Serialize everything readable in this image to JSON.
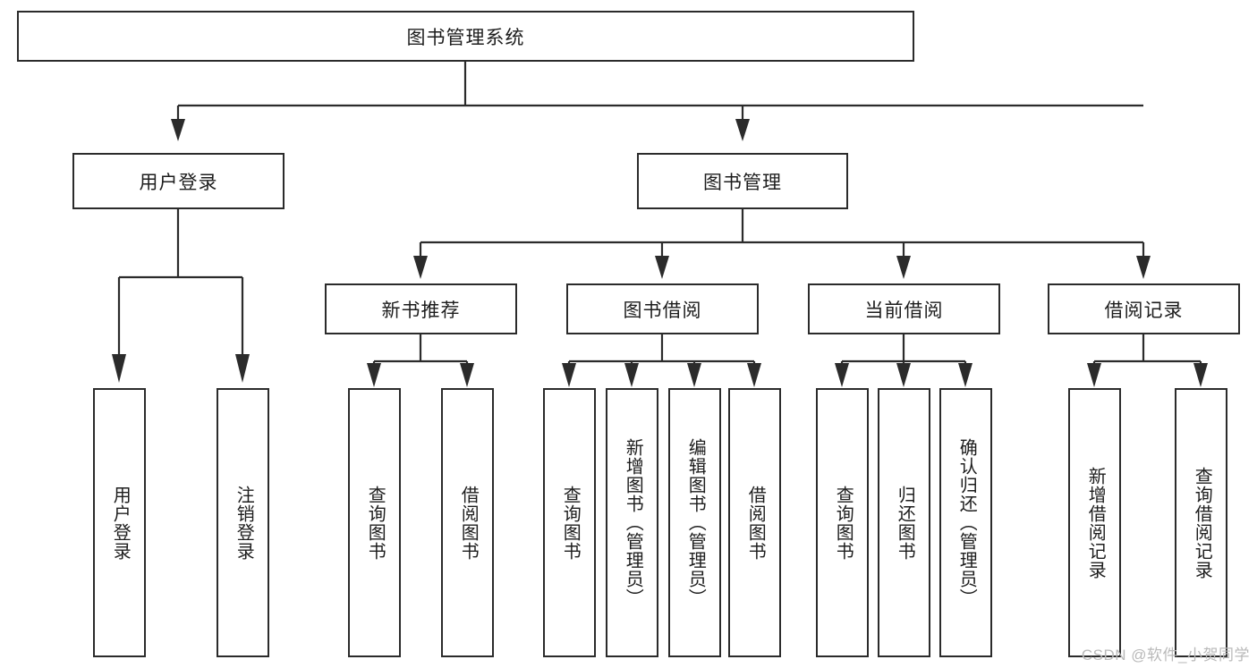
{
  "diagram": {
    "type": "tree-hierarchy",
    "title_node": {
      "label": "图书管理系统"
    },
    "level2": [
      {
        "id": "user-login",
        "label": "用户登录"
      },
      {
        "id": "book-manage",
        "label": "图书管理"
      }
    ],
    "level3": [
      {
        "id": "new-book-recommend",
        "label": "新书推荐",
        "parent": "book-manage"
      },
      {
        "id": "book-borrow",
        "label": "图书借阅",
        "parent": "book-manage"
      },
      {
        "id": "current-borrow",
        "label": "当前借阅",
        "parent": "book-manage"
      },
      {
        "id": "borrow-record",
        "label": "借阅记录",
        "parent": "book-manage"
      }
    ],
    "leaves": {
      "user-login": [
        {
          "id": "leaf-user-login",
          "label": "用户登录"
        },
        {
          "id": "leaf-user-logout",
          "label": "注销登录"
        }
      ],
      "new-book-recommend": [
        {
          "id": "leaf-query-book-1",
          "label": "查询图书"
        },
        {
          "id": "leaf-borrow-book-1",
          "label": "借阅图书"
        }
      ],
      "book-borrow": [
        {
          "id": "leaf-query-book-2",
          "label": "查询图书"
        },
        {
          "id": "leaf-add-book",
          "label": "新增图书（管理员）"
        },
        {
          "id": "leaf-edit-book",
          "label": "编辑图书（管理员）"
        },
        {
          "id": "leaf-borrow-book-2",
          "label": "借阅图书"
        }
      ],
      "current-borrow": [
        {
          "id": "leaf-query-book-3",
          "label": "查询图书"
        },
        {
          "id": "leaf-return-book",
          "label": "归还图书"
        },
        {
          "id": "leaf-confirm-return",
          "label": "确认归还（管理员）"
        }
      ],
      "borrow-record": [
        {
          "id": "leaf-add-record",
          "label": "新增借阅记录"
        },
        {
          "id": "leaf-query-record",
          "label": "查询借阅记录"
        }
      ]
    }
  },
  "watermark": {
    "text": "CSDN @软件_小贺同学"
  },
  "colors": {
    "stroke": "#2b2b2b",
    "fill": "#ffffff",
    "text": "#1d1d1d",
    "watermark": "#b9b9b9"
  }
}
